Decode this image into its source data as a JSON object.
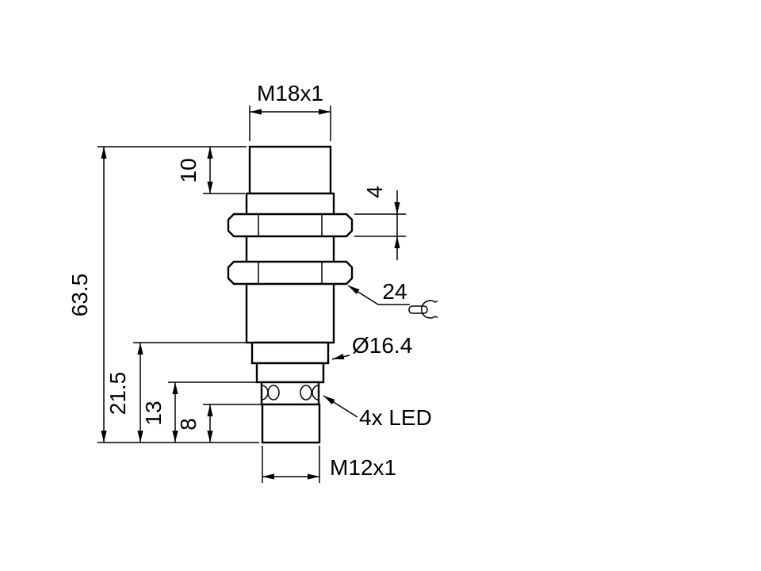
{
  "drawing": {
    "type": "technical-dimension-drawing",
    "subject": "M18 threaded cylindrical sensor with M12 connector",
    "background": "#ffffff",
    "line_color": "#000000",
    "labels": {
      "m18": "M18x1",
      "d10": "10",
      "d4": "4",
      "d63_5": "63.5",
      "d21_5": "21.5",
      "d13": "13",
      "d8": "8",
      "wrench_size": "24",
      "diameter": "Ø16.4",
      "led": "4x LED",
      "m12": "M12x1"
    },
    "icons": {
      "wrench": "open-end-wrench-icon"
    }
  }
}
